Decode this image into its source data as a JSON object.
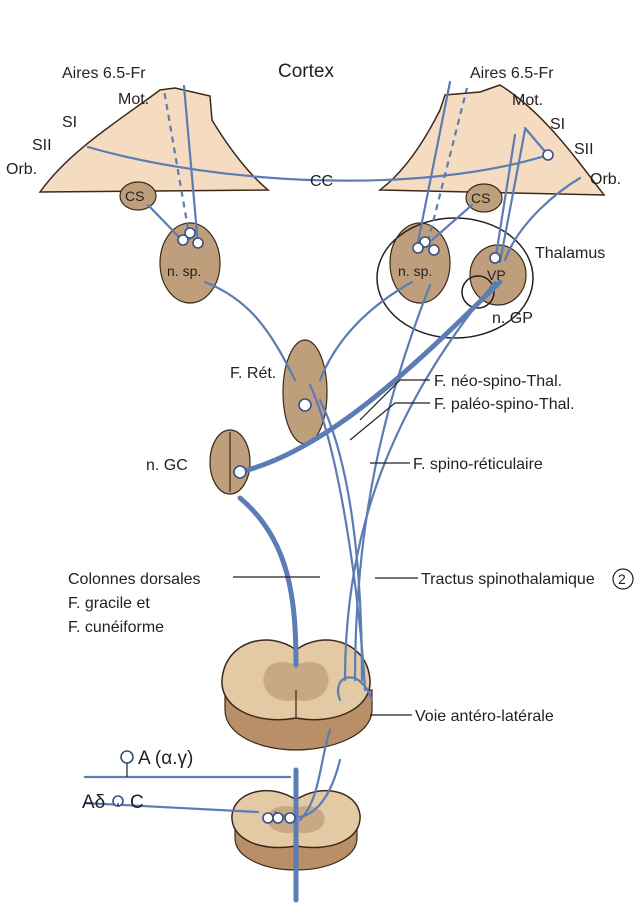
{
  "colors": {
    "pathway": "#5b7cb4",
    "nucleus": "#bf9f7b",
    "cortex": "#f5dcc0",
    "spinal_cord": "#e3c9a4",
    "gray_matter": "#c9a983"
  },
  "labels": {
    "cortex": "Cortex",
    "aires_left": "Aires 6.5-Fr",
    "aires_right": "Aires 6.5-Fr",
    "mot_left": "Mot.",
    "mot_right": "Mot.",
    "si_left": "SI",
    "si_right": "SI",
    "sii_left": "SII",
    "sii_right": "SII",
    "orb_left": "Orb.",
    "orb_right": "Orb.",
    "cc": "CC",
    "cs_left": "CS",
    "cs_right": "CS",
    "nsp_left": "n. sp.",
    "nsp_right": "n. sp.",
    "vp": "VP",
    "thalamus": "Thalamus",
    "ngp": "n. GP",
    "fret": "F. Rét.",
    "ngc": "n. GC",
    "neo_spino": "F. néo-spino-Thal.",
    "paleo_spino": "F. paléo-spino-Thal.",
    "spino_ret": "F. spino-réticulaire",
    "colonnes_1": "Colonnes dorsales",
    "colonnes_2": "F. gracile et",
    "colonnes_3": "F. cunéiforme",
    "tractus": "Tractus spinothalamique",
    "tractus_num": "2",
    "voie": "Voie antéro-latérale",
    "fiber_a": "A (α.γ)",
    "fiber_ad": "Aδ",
    "fiber_c": "C"
  }
}
